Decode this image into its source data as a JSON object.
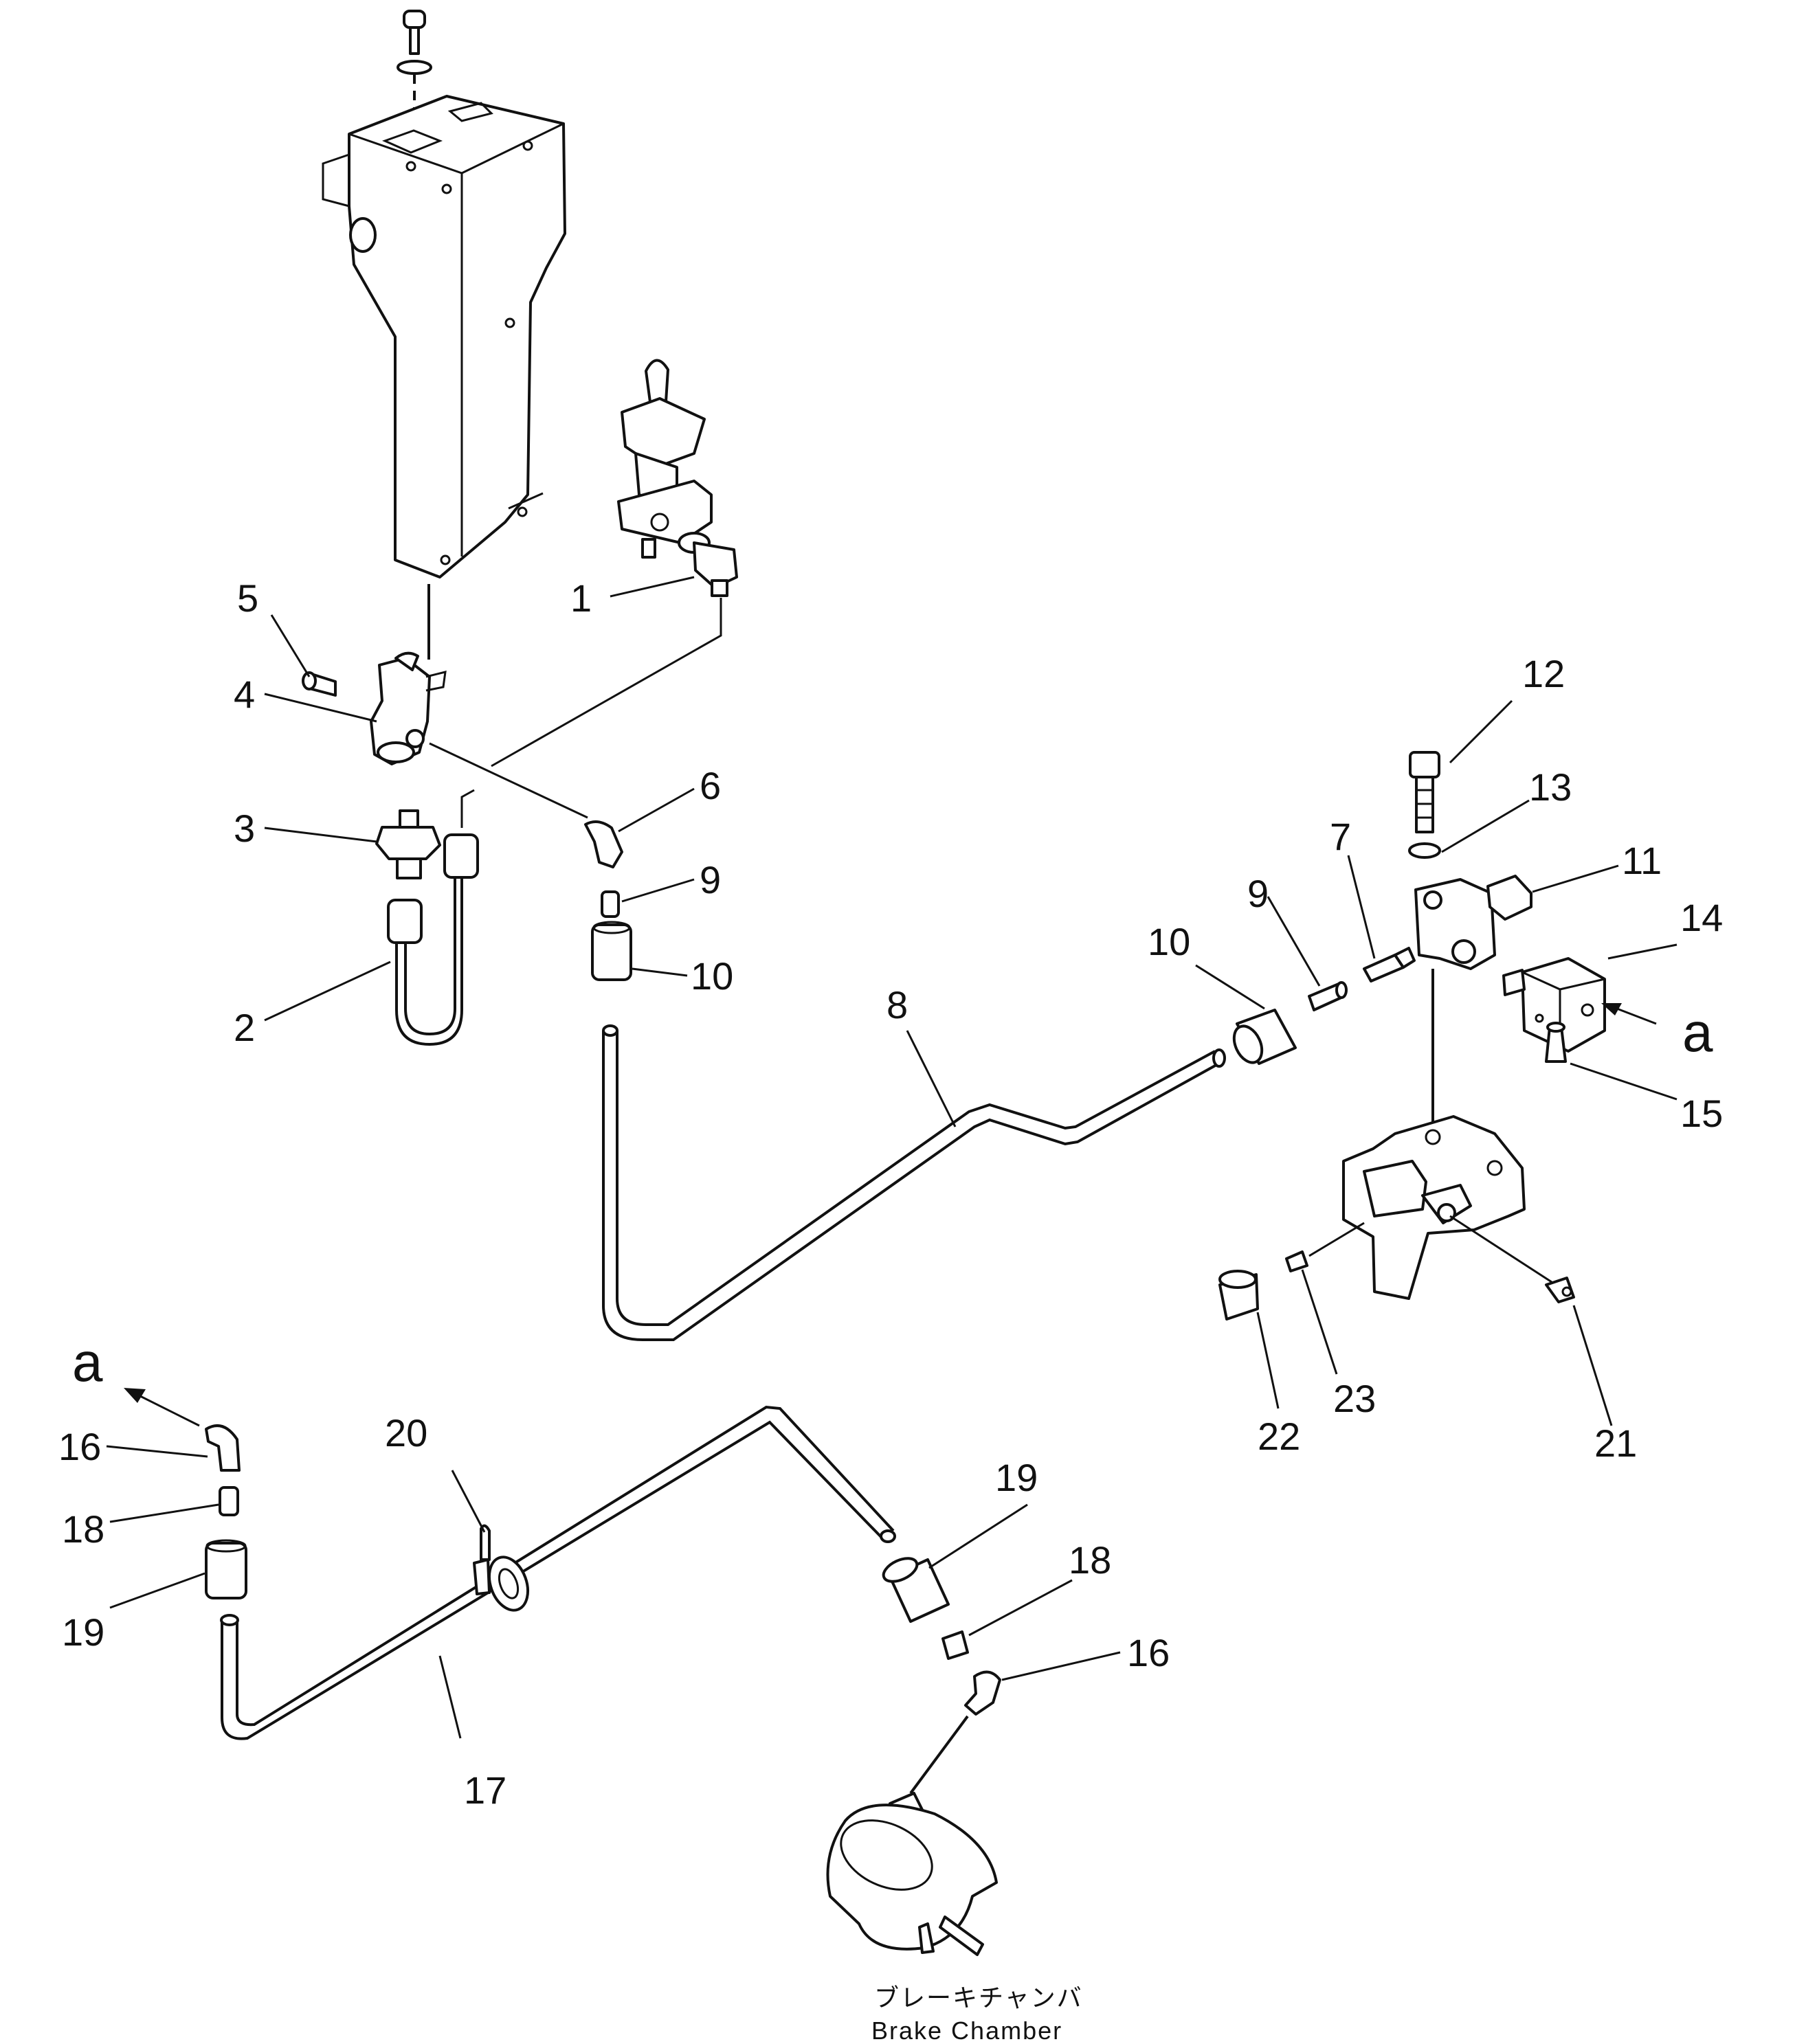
{
  "labels": {
    "l1": "1",
    "l2": "2",
    "l3": "3",
    "l4": "4",
    "l5": "5",
    "l6": "6",
    "l7": "7",
    "l8": "8",
    "l9a": "9",
    "l9b": "9",
    "l10a": "10",
    "l10b": "10",
    "l11": "11",
    "l12": "12",
    "l13": "13",
    "l14": "14",
    "l15": "15",
    "l16a": "16",
    "l16b": "16",
    "l17": "17",
    "l18a": "18",
    "l18b": "18",
    "l19a": "19",
    "l19b": "19",
    "l20": "20",
    "l21": "21",
    "l22": "22",
    "l23": "23",
    "aRight": "a",
    "aLeft": "a"
  },
  "caption": {
    "japanese": "ブレーキチャンバ",
    "english": "Brake Chamber"
  }
}
